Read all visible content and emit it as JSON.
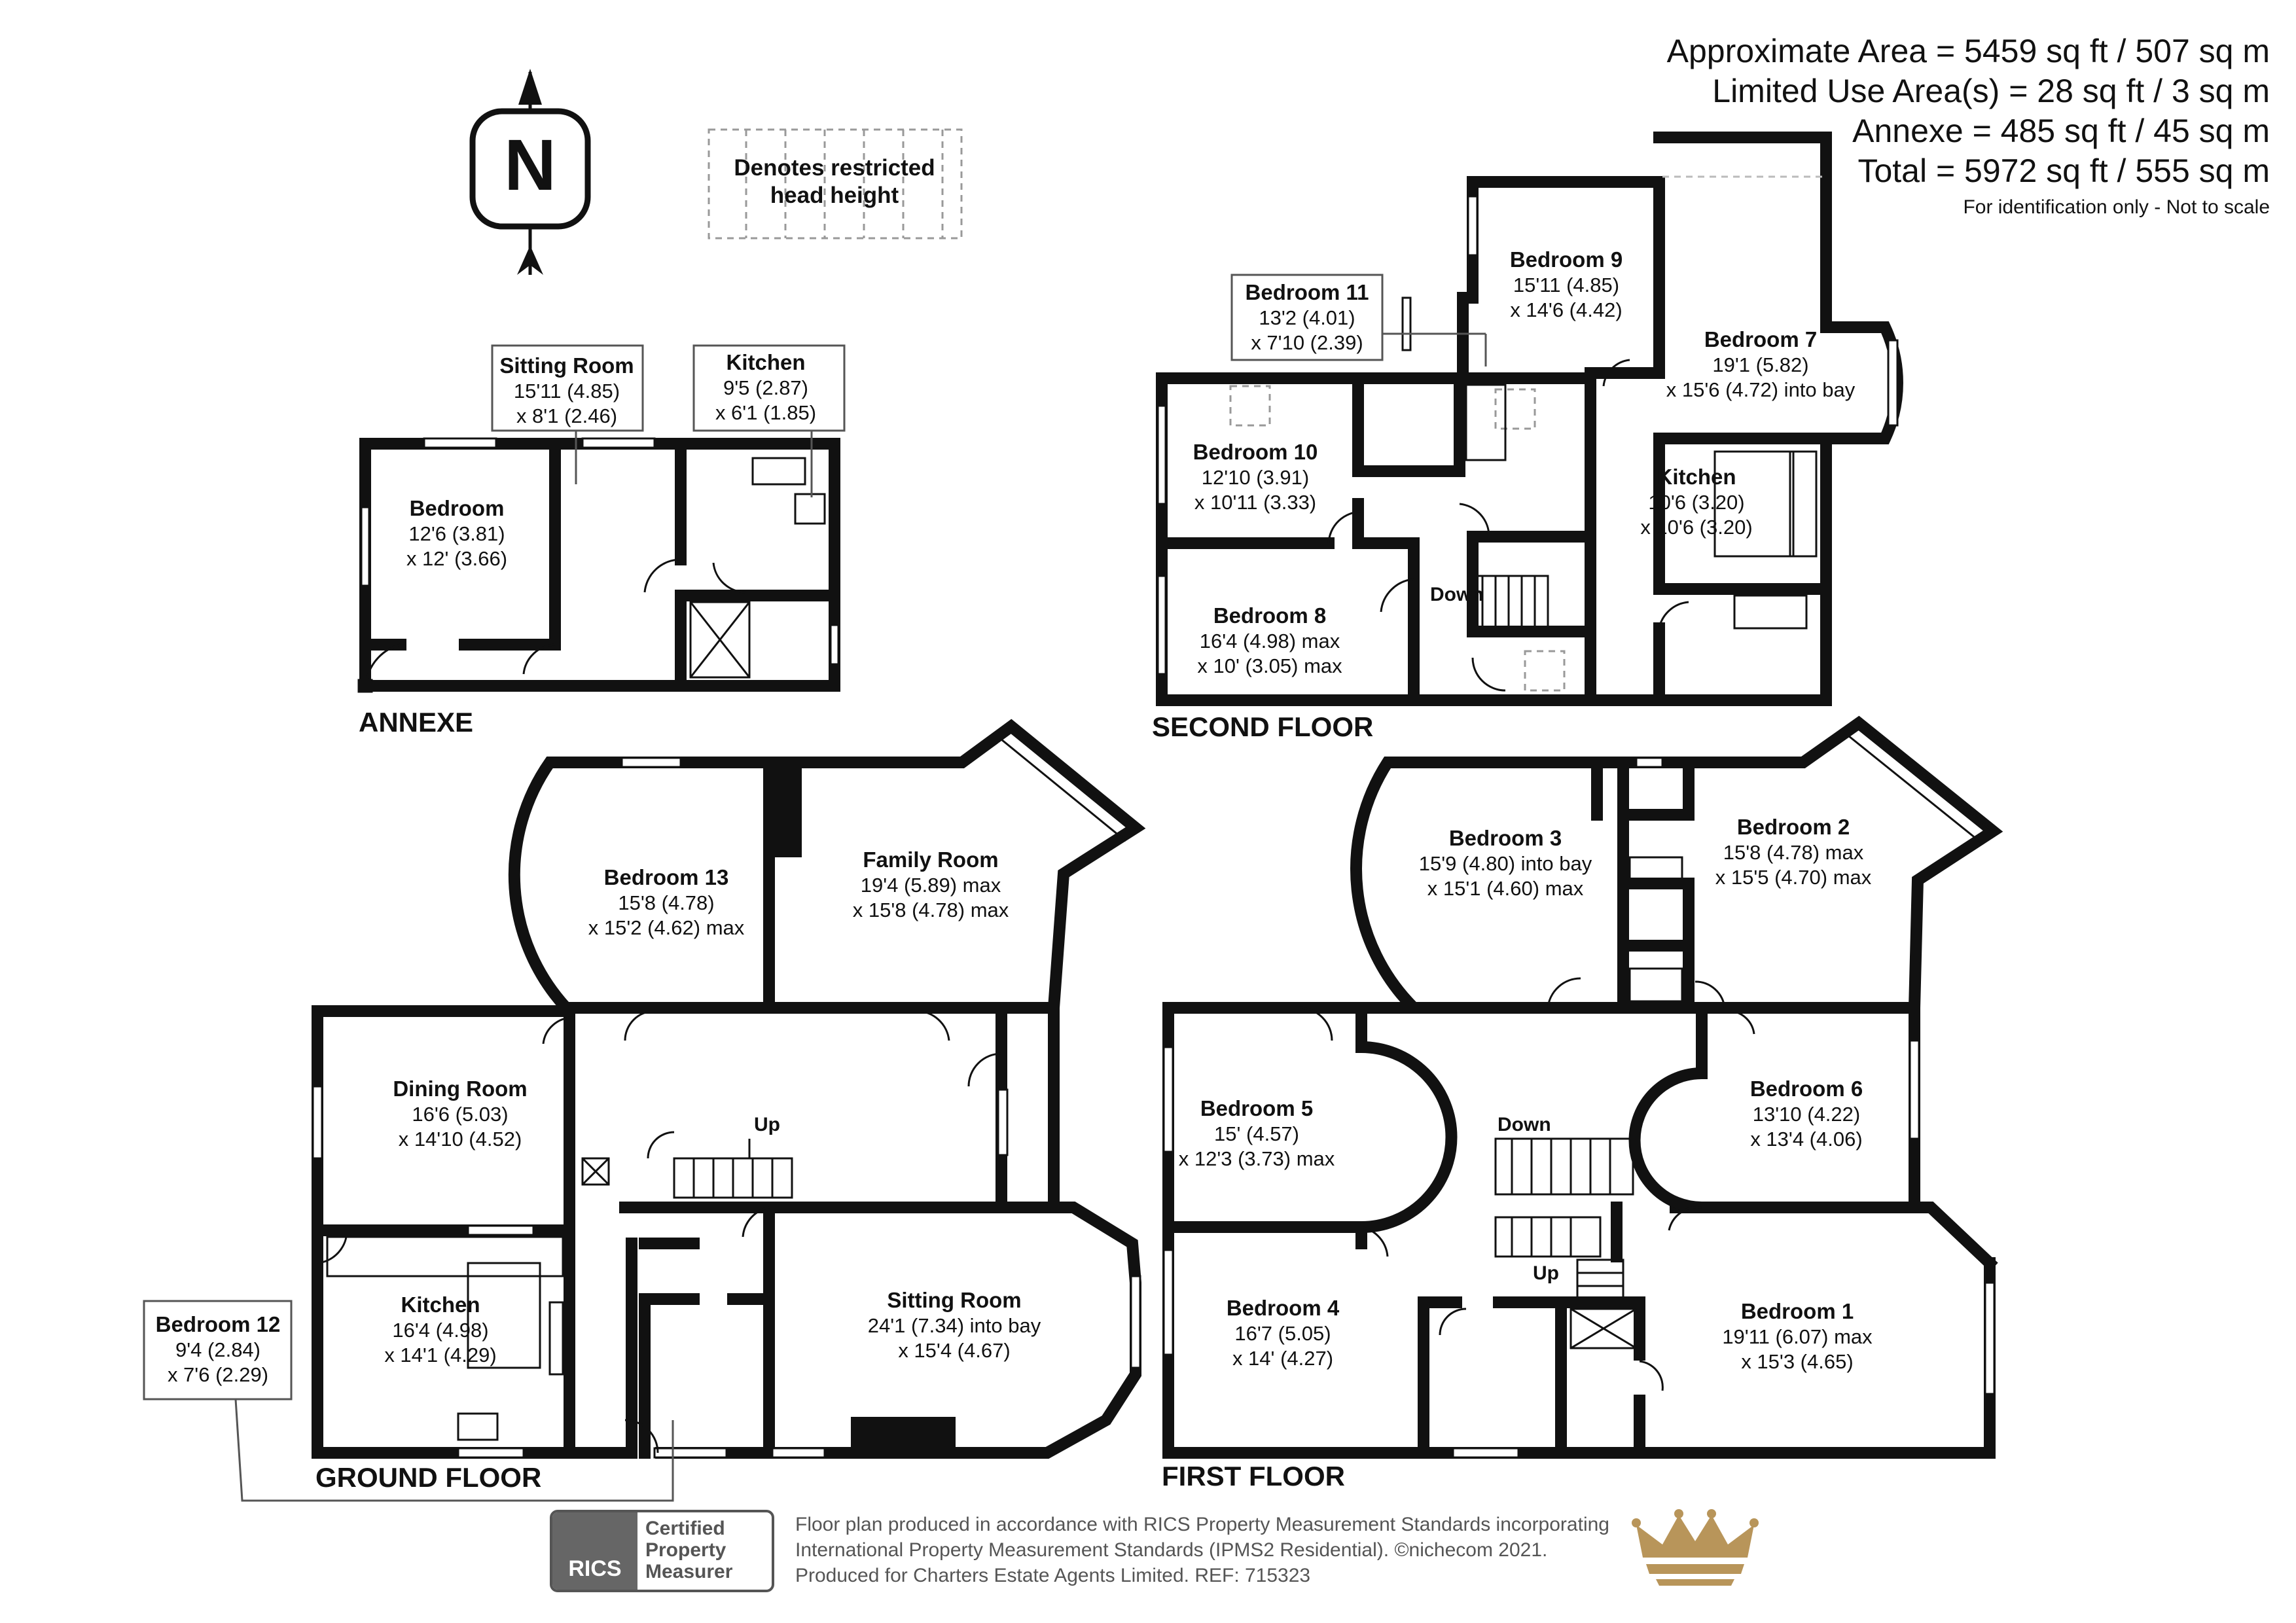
{
  "area_summary": {
    "approximate": "Approximate Area = 5459 sq ft / 507 sq m",
    "limited_use": "Limited Use Area(s) = 28 sq ft / 3 sq m",
    "annexe": "Annexe = 485 sq ft / 45 sq m",
    "total": "Total = 5972 sq ft / 555 sq m",
    "disclaimer": "For identification only - Not to scale"
  },
  "compass": {
    "letter": "N"
  },
  "legend": {
    "line1": "Denotes restricted",
    "line2": "head height"
  },
  "floors": {
    "annexe": "ANNEXE",
    "ground": "GROUND FLOOR",
    "first": "FIRST FLOOR",
    "second": "SECOND FLOOR"
  },
  "rooms": {
    "annexe_bedroom": {
      "name": "Bedroom",
      "d1": "12'6 (3.81)",
      "d2": "x 12' (3.66)"
    },
    "annexe_sitting": {
      "name": "Sitting Room",
      "d1": "15'11 (4.85)",
      "d2": "x 8'1 (2.46)"
    },
    "annexe_kitchen": {
      "name": "Kitchen",
      "d1": "9'5 (2.87)",
      "d2": "x 6'1 (1.85)"
    },
    "bedroom11": {
      "name": "Bedroom 11",
      "d1": "13'2 (4.01)",
      "d2": "x 7'10 (2.39)"
    },
    "bedroom9": {
      "name": "Bedroom 9",
      "d1": "15'11 (4.85)",
      "d2": "x 14'6 (4.42)"
    },
    "bedroom7": {
      "name": "Bedroom 7",
      "d1": "19'1 (5.82)",
      "d2": "x 15'6 (4.72) into bay"
    },
    "bedroom10": {
      "name": "Bedroom 10",
      "d1": "12'10 (3.91)",
      "d2": "x 10'11 (3.33)"
    },
    "bedroom8": {
      "name": "Bedroom 8",
      "d1": "16'4 (4.98) max",
      "d2": "x 10' (3.05) max"
    },
    "kitchen_second": {
      "name": "Kitchen",
      "d1": "10'6 (3.20)",
      "d2": "x 10'6 (3.20)"
    },
    "bedroom13": {
      "name": "Bedroom 13",
      "d1": "15'8 (4.78)",
      "d2": "x 15'2 (4.62) max"
    },
    "family": {
      "name": "Family Room",
      "d1": "19'4 (5.89) max",
      "d2": "x 15'8 (4.78) max"
    },
    "dining": {
      "name": "Dining Room",
      "d1": "16'6 (5.03)",
      "d2": "x 14'10 (4.52)"
    },
    "kitchen_ground": {
      "name": "Kitchen",
      "d1": "16'4 (4.98)",
      "d2": "x 14'1 (4.29)"
    },
    "sitting_ground": {
      "name": "Sitting Room",
      "d1": "24'1 (7.34) into bay",
      "d2": "x 15'4 (4.67)"
    },
    "bedroom12": {
      "name": "Bedroom 12",
      "d1": "9'4 (2.84)",
      "d2": "x 7'6 (2.29)"
    },
    "bedroom3": {
      "name": "Bedroom 3",
      "d1": "15'9 (4.80) into bay",
      "d2": "x 15'1 (4.60) max"
    },
    "bedroom2": {
      "name": "Bedroom 2",
      "d1": "15'8 (4.78) max",
      "d2": "x 15'5 (4.70) max"
    },
    "bedroom5": {
      "name": "Bedroom 5",
      "d1": "15' (4.57)",
      "d2": "x 12'3 (3.73) max"
    },
    "bedroom6": {
      "name": "Bedroom 6",
      "d1": "13'10 (4.22)",
      "d2": "x 13'4 (4.06)"
    },
    "bedroom4": {
      "name": "Bedroom 4",
      "d1": "16'7 (5.05)",
      "d2": "x 14' (4.27)"
    },
    "bedroom1": {
      "name": "Bedroom 1",
      "d1": "19'11 (6.07) max",
      "d2": "x 15'3 (4.65)"
    }
  },
  "stairs": {
    "second_down": "Down",
    "ground_up": "Up",
    "first_down": "Down",
    "first_up": "Up"
  },
  "footer": {
    "line1": "Floor plan produced in accordance with RICS Property Measurement Standards incorporating",
    "line2": "International Property Measurement Standards (IPMS2 Residential).  ©nichecom 2021.",
    "line3": "Produced for Charters Estate Agents Limited.   REF:  715323"
  },
  "rics": {
    "logo_text": "RICS",
    "line1": "Certified",
    "line2": "Property",
    "line3": "Measurer"
  },
  "colors": {
    "wall": "#111111",
    "crown": "#b8955a",
    "rics_grey": "#666666"
  }
}
